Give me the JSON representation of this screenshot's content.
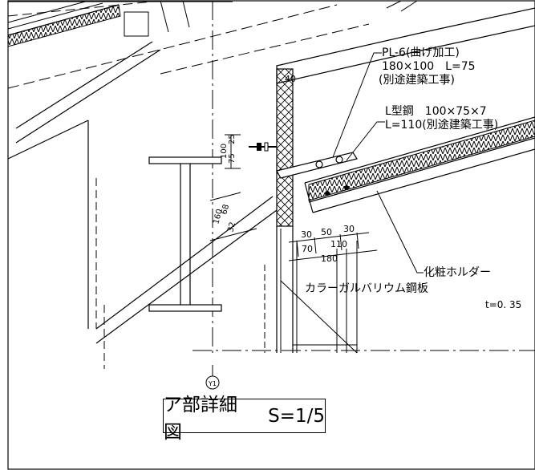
{
  "callouts": {
    "pl6_line1": "PL-6(曲げ加工)",
    "pl6_line2": "180×100　L=75",
    "pl6_line3": "(別途建築工事)",
    "angle_line1": "L型鋼　100×75×7",
    "angle_line2": "L=110(別途建築工事)",
    "holder_line1": "化粧ホルダー",
    "holder_line2": "カラーガルバリウム鋼板",
    "holder_line3": "t=0. 35"
  },
  "dimensions": {
    "d40": "40",
    "d25": "25",
    "d75": "75",
    "d100": "100",
    "d68": "68",
    "d32": "32",
    "d160": "160",
    "d30a": "30",
    "d50": "50",
    "d30b": "30",
    "d110": "110",
    "d70": "70",
    "d180": "180"
  },
  "grid": {
    "axis_label": "Y1"
  },
  "title": {
    "name": "ア部詳細図",
    "scale": "S=1/5"
  }
}
